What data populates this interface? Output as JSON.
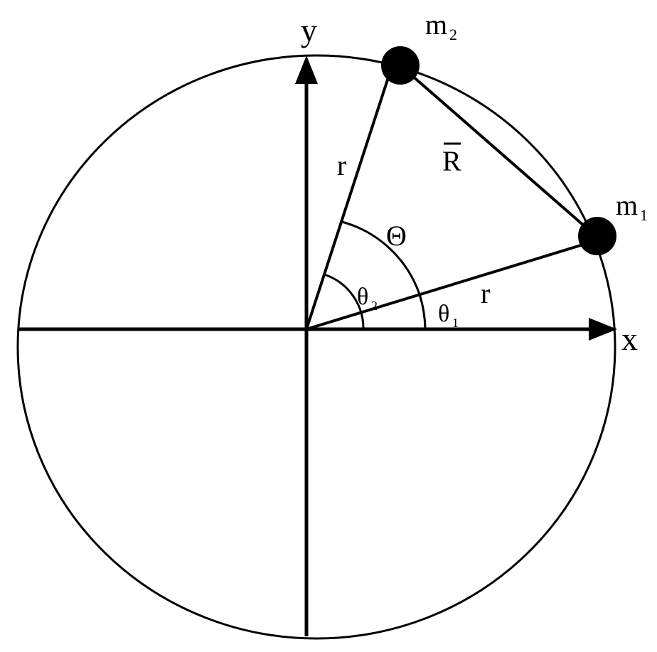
{
  "labels": {
    "y_axis": "y",
    "x_axis": "x",
    "mass2": "m",
    "mass2_sub": "2",
    "mass1": "m",
    "mass1_sub": "1",
    "separation": "R",
    "radius_upper": "r",
    "radius_lower": "r",
    "angle_between": "Θ",
    "theta2": "θ",
    "theta2_sub": "2",
    "theta1": "θ",
    "theta1_sub": "1"
  },
  "colors": {
    "ink": "#000000",
    "background": "#ffffff"
  }
}
